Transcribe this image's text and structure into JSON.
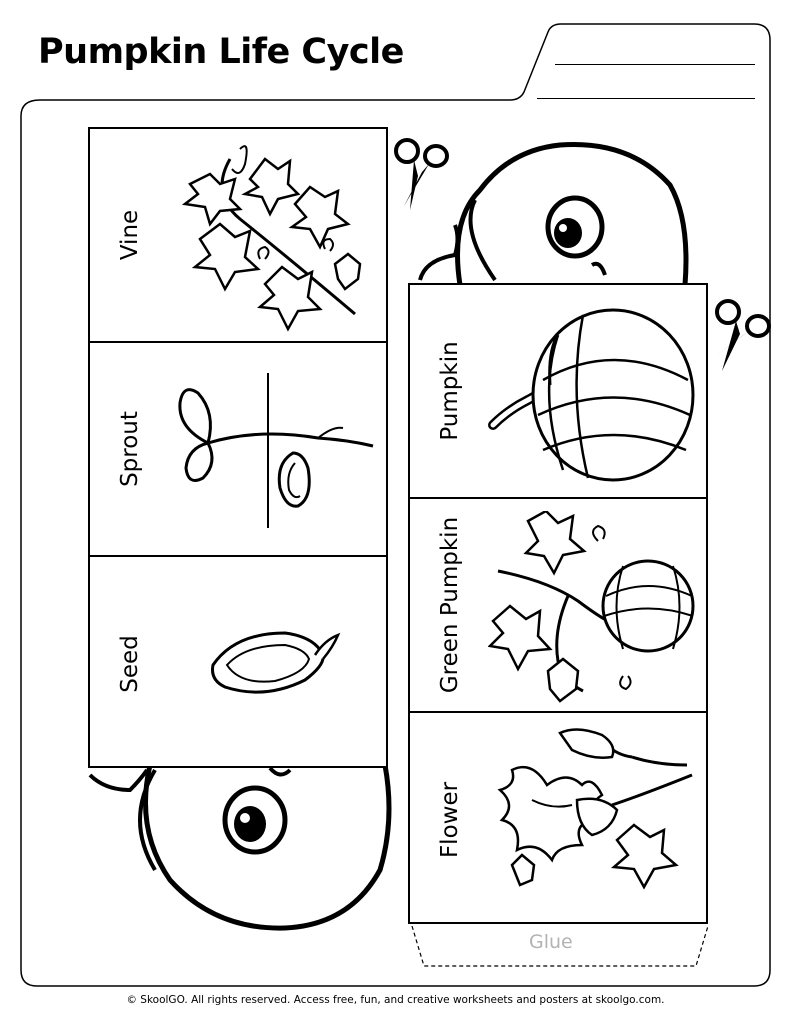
{
  "worksheet": {
    "title": "Pumpkin Life Cycle",
    "glue_label": "Glue",
    "footer": "© SkoolGO. All rights reserved. Access free, fun, and creative worksheets and posters at skoolgo.com."
  },
  "left_strip": {
    "stages": [
      {
        "label": "Vine",
        "icon": "vine-icon"
      },
      {
        "label": "Sprout",
        "icon": "sprout-icon"
      },
      {
        "label": "Seed",
        "icon": "seed-icon"
      }
    ]
  },
  "right_strip": {
    "stages": [
      {
        "label": "Pumpkin",
        "icon": "pumpkin-icon"
      },
      {
        "label": "Green Pumpkin",
        "icon": "green-pumpkin-icon"
      },
      {
        "label": "Flower",
        "icon": "flower-icon"
      }
    ]
  },
  "icons": {
    "scissors": "scissors-icon",
    "mascot": "pumpkin-mascot-icon"
  }
}
